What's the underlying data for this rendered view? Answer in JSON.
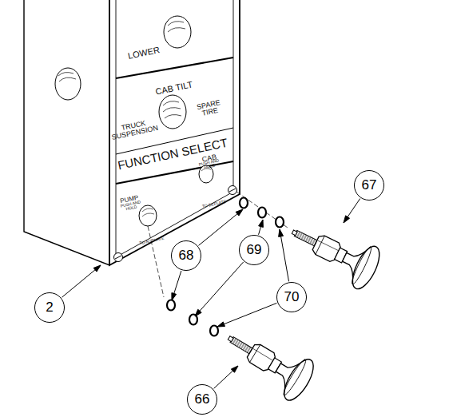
{
  "diagram": {
    "nodes": [
      {
        "text": [
          "67"
        ]
      },
      {
        "text": [
          "69"
        ]
      },
      {
        "text": [
          "68"
        ]
      },
      {
        "text": [
          "70"
        ]
      },
      {
        "text": [
          "2"
        ]
      },
      {
        "text": [
          "66"
        ]
      }
    ],
    "labels": [
      "LOWER",
      "CAB TILT",
      "SPARE TIRE",
      "TRUCK SUSPENSION",
      "FUNCTION SELECT",
      "PUMP",
      "PUSH AND HOLD",
      "TO ACTIVATE",
      "CAB",
      "PUSH AND HOLD",
      "TO DEFLATE"
    ]
  }
}
